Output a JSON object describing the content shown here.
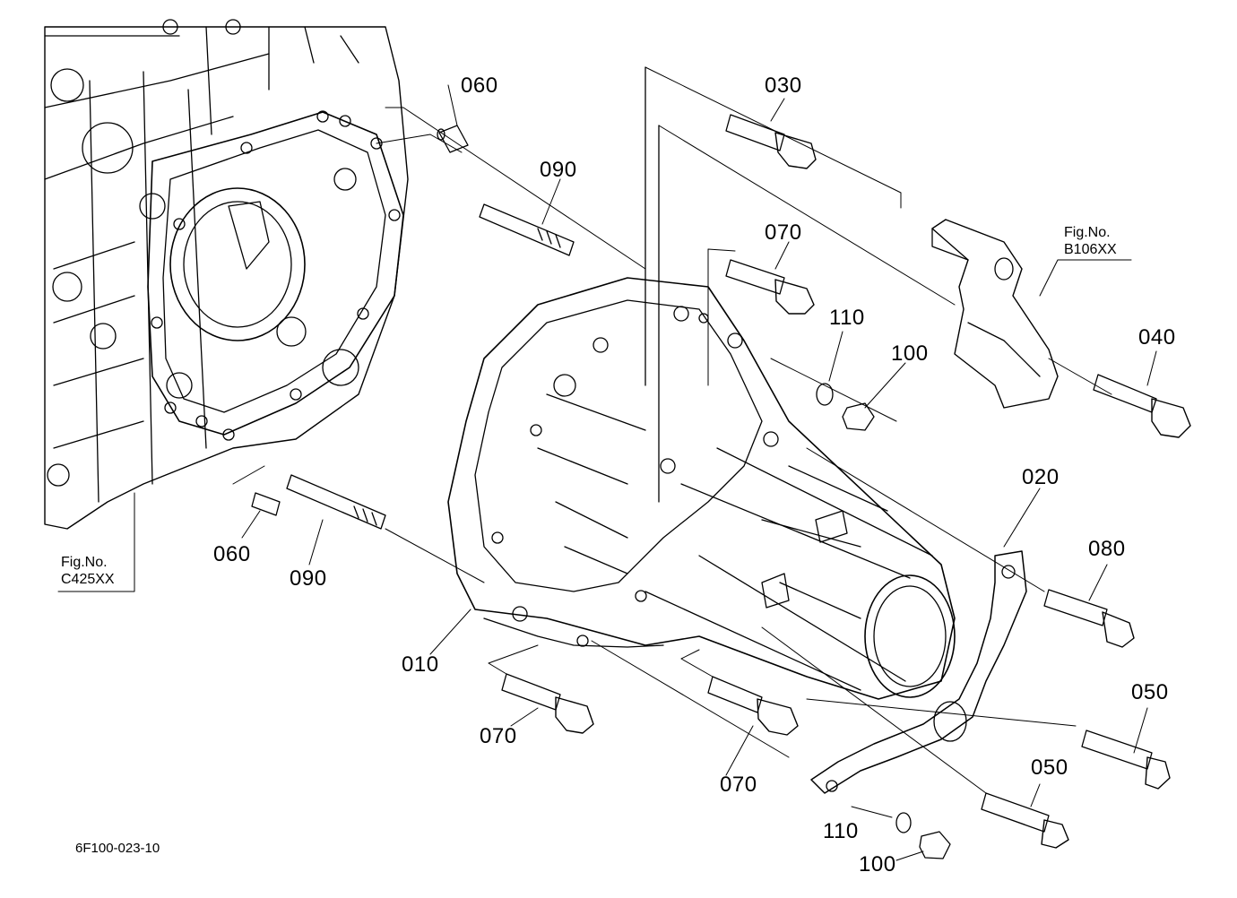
{
  "diagram": {
    "drawing_code": "6F100-023-10",
    "figure_refs": [
      {
        "id": "c425",
        "line1": "Fig.No.",
        "line2": "C425XX"
      },
      {
        "id": "b106",
        "line1": "Fig.No.",
        "line2": "B106XX"
      }
    ],
    "parts": [
      {
        "id": "p060a",
        "label": "060"
      },
      {
        "id": "p090a",
        "label": "090"
      },
      {
        "id": "p030",
        "label": "030"
      },
      {
        "id": "p070a",
        "label": "070"
      },
      {
        "id": "p110a",
        "label": "110"
      },
      {
        "id": "p100a",
        "label": "100"
      },
      {
        "id": "p040",
        "label": "040"
      },
      {
        "id": "p020",
        "label": "020"
      },
      {
        "id": "p080",
        "label": "080"
      },
      {
        "id": "p060b",
        "label": "060"
      },
      {
        "id": "p090b",
        "label": "090"
      },
      {
        "id": "p010",
        "label": "010"
      },
      {
        "id": "p070b",
        "label": "070"
      },
      {
        "id": "p070c",
        "label": "070"
      },
      {
        "id": "p050a",
        "label": "050"
      },
      {
        "id": "p050b",
        "label": "050"
      },
      {
        "id": "p110b",
        "label": "110"
      },
      {
        "id": "p100b",
        "label": "100"
      }
    ]
  }
}
